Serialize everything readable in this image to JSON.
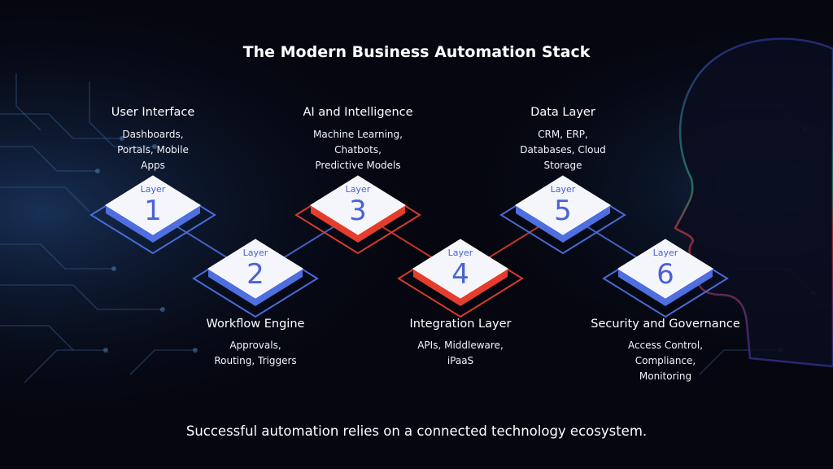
{
  "title": "The Modern Business Automation Stack",
  "footer": "Successful automation relies on a connected technology ecosystem.",
  "layer_word": "Layer",
  "colors": {
    "background": "#05060f",
    "blue_accent": "#4f6fe0",
    "red_accent": "#e43d2e",
    "number_text": "#4a62d6",
    "diamond_face": "#f4f6fb"
  },
  "layers": [
    {
      "number": "1",
      "title": "User Interface",
      "desc_lines": [
        "Dashboards,",
        "Portals, Mobile",
        "Apps"
      ],
      "accent": "blue"
    },
    {
      "number": "2",
      "title": "Workflow Engine",
      "desc_lines": [
        "Approvals,",
        "Routing, Triggers"
      ],
      "accent": "blue"
    },
    {
      "number": "3",
      "title": "AI and Intelligence",
      "desc_lines": [
        "Machine Learning,",
        "Chatbots,",
        "Predictive Models"
      ],
      "accent": "red"
    },
    {
      "number": "4",
      "title": "Integration Layer",
      "desc_lines": [
        "APIs, Middleware,",
        "iPaaS"
      ],
      "accent": "red"
    },
    {
      "number": "5",
      "title": "Data Layer",
      "desc_lines": [
        "CRM, ERP,",
        "Databases, Cloud",
        "Storage"
      ],
      "accent": "blue"
    },
    {
      "number": "6",
      "title": "Security and Governance",
      "desc_lines": [
        "Access Control,",
        "Compliance,",
        "Monitoring"
      ],
      "accent": "blue"
    }
  ]
}
